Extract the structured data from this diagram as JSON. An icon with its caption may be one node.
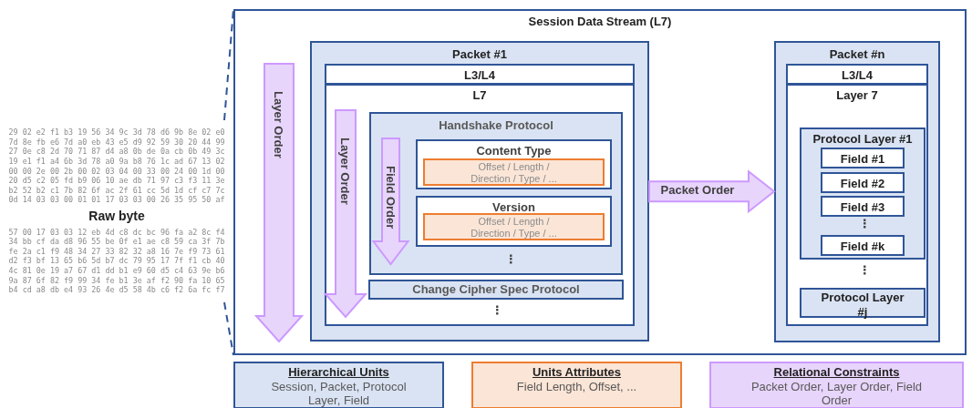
{
  "diagram": {
    "nodes": [
      {
        "text": [
          "29 02 e2 f1 b3 19 56 34 9c 3d 78 d6 9b 8e 02 e0 7d 8e fb e6 7d a0 eb 43 e5 d9 92 59 30 20 44 99 27 0e c8 2d 70 71 87 d4 a8 0b de 0a cb 0b 49 3c 19 e1 f1 a4 6b 3d 78 a0 9a b8 76 1c ad 67 13 02 00 00 2e 00 2b 00 02 03 04 00 33 00 24 00 1d 00 20 d5 c2 05 fd b9 06 10 ae db 71 97 c3 f3 11 3e b2 52 b2 c1 7b 82 6f ac 2f 61 cc 5d 1d cf c7 7c 0d 14 03 03 00 01 01 17 03 03 00 26 35 95 50 af",
          "Raw byte",
          "57 00 17 03 03 12 eb 4d c8 dc bc 96 fa a2 8c f4 34 bb cf da d8 96 55 be 0f e1 ae c8 59 ca 3f 7b fe 2a c1 f9 48 34 27 33 82 32 a8 16 7e f9 73 61 d2 f3 bf 13 65 b6 5d b7 dc 79 95 17 7f f1 cb 40 4c 81 0e 19 a7 67 d1 dd b1 e9 60 d5 c4 63 9e b6 9a 87 6f 82 f9 99 34 fe b1 3e af f2 90 fa 10 65 b4 cd a8 db e4 93 26 4e d5 58 4b c6 f2 6a fc f7"
        ]
      },
      {
        "text": [
          "Session Data Stream (L7)"
        ]
      },
      {
        "text": [
          "Packet #1"
        ],
        "in": 1
      },
      {
        "text": [
          "L3/L4"
        ],
        "in": 2
      },
      {
        "text": [
          "L7"
        ],
        "in": 2
      },
      {
        "text": [
          "Handshake Protocol"
        ],
        "in": 4
      },
      {
        "text": [
          "Content Type"
        ],
        "in": 5
      },
      {
        "text": [
          "Offset / Length / Direction / Type / ..."
        ],
        "in": 6
      },
      {
        "text": [
          "Version"
        ],
        "in": 5
      },
      {
        "text": [
          "Offset / Length / Direction / Type / ..."
        ],
        "in": 8
      },
      {
        "text": [
          "Change Cipher Spec Protocol"
        ],
        "in": 4
      },
      {
        "text": [
          "Packet #n"
        ],
        "in": 1
      },
      {
        "text": [
          "L3/L4"
        ],
        "in": 11
      },
      {
        "text": [
          "Layer 7"
        ],
        "in": 11
      },
      {
        "text": [
          "Protocol Layer #1"
        ],
        "in": 13
      },
      {
        "text": [
          "Field #1"
        ],
        "in": 14
      },
      {
        "text": [
          "Field #2"
        ],
        "in": 14
      },
      {
        "text": [
          "Field #3"
        ],
        "in": 14
      },
      {
        "text": [
          "Field #k"
        ],
        "in": 14
      },
      {
        "text": [
          "Protocol Layer #j"
        ],
        "in": 13
      },
      {
        "text": [
          "Hierarchical Units",
          "Session, Packet, Protocol Layer, Field"
        ]
      },
      {
        "text": [
          "Units Attributes",
          "Field Length, Offset, ..."
        ]
      },
      {
        "text": [
          "Relational Constraints",
          "Packet Order, Layer Order, Field Order"
        ]
      }
    ],
    "edges": [
      {
        "from": 0,
        "to": 1,
        "arrow": "none",
        "style": "dashed"
      },
      {
        "from": 0,
        "to": 1,
        "arrow": "none",
        "style": "dashed"
      },
      {
        "from": 2,
        "to": 11,
        "arrow": "to",
        "label": "Packet Order",
        "style": "thick",
        "color": "#cc99ff"
      }
    ],
    "labels": [
      "Layer Order",
      "Layer Order",
      "Field Order",
      "⋮",
      "⋮",
      "⋮",
      "⋮"
    ]
  }
}
